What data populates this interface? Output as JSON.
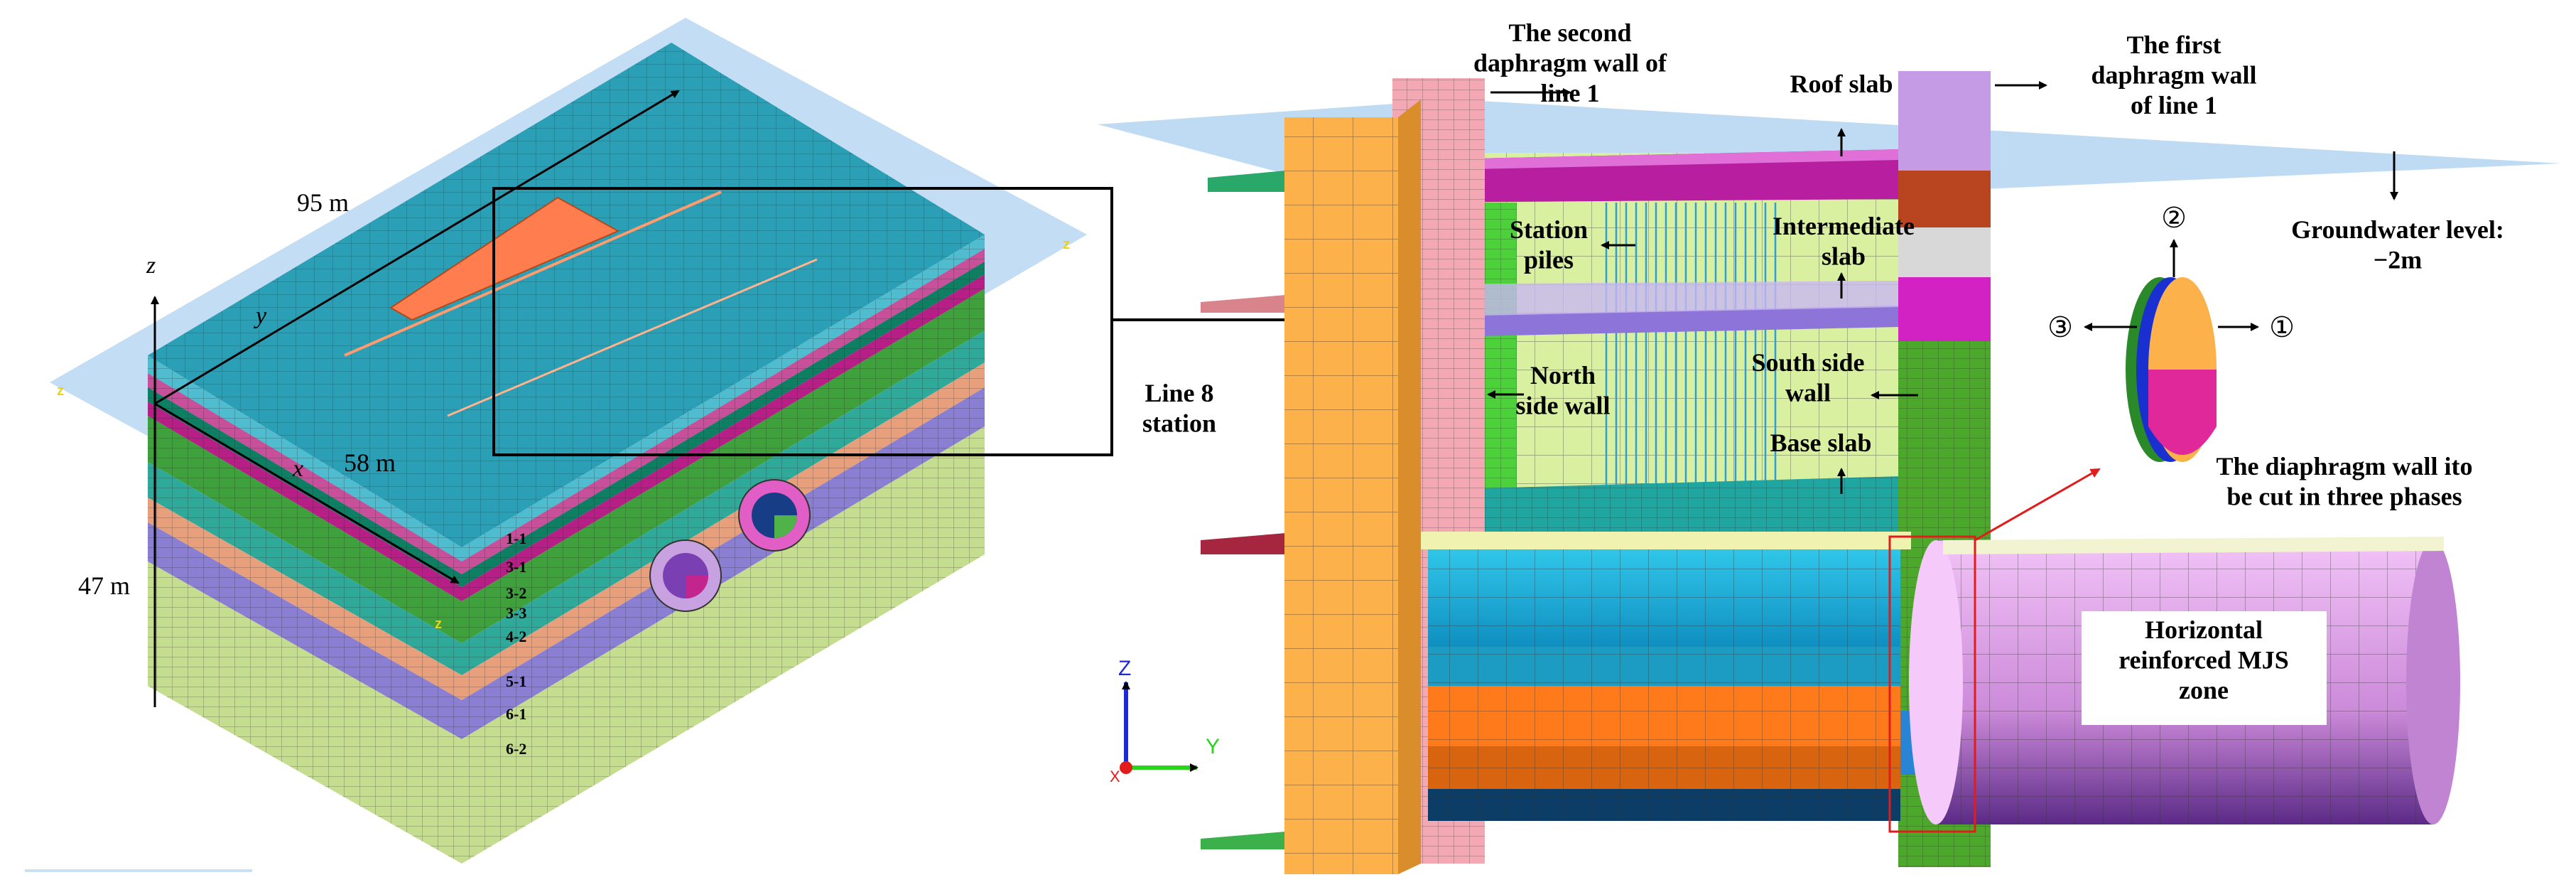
{
  "left_model": {
    "dim_length": "95 m",
    "dim_width": "58 m",
    "dim_depth": "47 m",
    "axis_z": "z",
    "axis_y": "y",
    "axis_x": "x",
    "layers": [
      "1-1",
      "3-1",
      "3-2",
      "3-3",
      "4-2",
      "5-1",
      "6-1",
      "6-2"
    ]
  },
  "right_model": {
    "labels": {
      "second_wall": "The second\ndaphragm wall of\nline 1",
      "roof_slab": "Roof slab",
      "first_wall": "The first\ndaphragm wall\nof line 1",
      "station_piles": "Station\npiles",
      "intermediate_slab": "Intermediate\nslab",
      "groundwater": "Groundwater level:\n−2m",
      "line8_station": "Line 8\nstation",
      "north_side_wall": "North\nside wall",
      "south_side_wall": "South side\nwall",
      "base_slab": "Base slab",
      "cut_phases": "The diaphragm wall ito\nbe cut in three phases",
      "mjs_zone": "Horizontal\nreinforced MJS\nzone",
      "phase_1": "①",
      "phase_2": "②",
      "phase_3": "③"
    },
    "axis_triad": {
      "z": "Z",
      "y": "Y",
      "x": "X"
    }
  },
  "colors": {
    "water_plane": "#b7d7f2",
    "top_surface": "#2a9fb5",
    "layer_1_1": "#4fbcd0",
    "layer_3_1": "#c8509a",
    "layer_3_2": "#0e7f63",
    "layer_3_3": "#b81f86",
    "layer_4_2": "#3ea13b",
    "layer_5_1": "#2fa99a",
    "layer_6_1": "#e8a07c",
    "layer_6_2": "#8a7fd2",
    "bottom": "#c5dd8f",
    "orange_pit": "#ff7d4e",
    "wall_orange": "#fcb14b",
    "mjs_purple": "#e3a6ef"
  }
}
